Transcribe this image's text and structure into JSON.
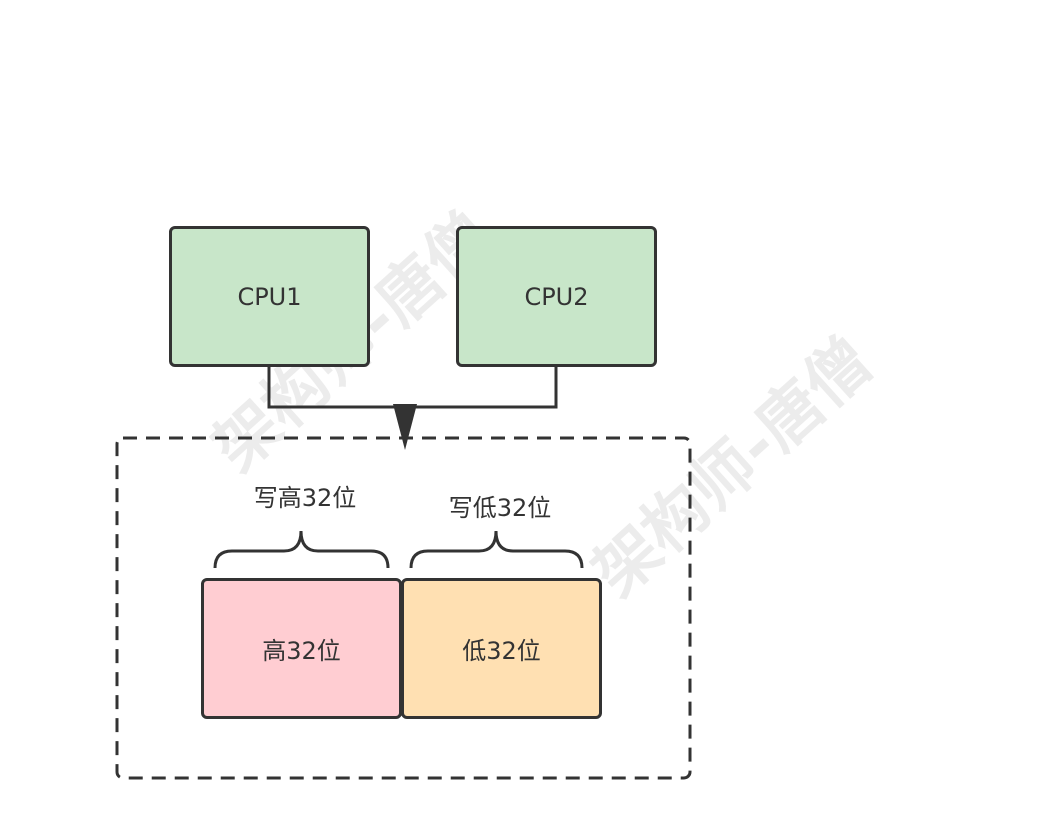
{
  "watermark": {
    "text_left": "架构师-唐僧",
    "text_right": "架构师-唐僧"
  },
  "nodes": {
    "cpu1": {
      "label": "CPU1",
      "fill": "#c8e6c9"
    },
    "cpu2": {
      "label": "CPU2",
      "fill": "#c8e6c9"
    },
    "high": {
      "label": "高32位",
      "fill": "#ffcdd2"
    },
    "low": {
      "label": "低32位",
      "fill": "#ffe0b2"
    }
  },
  "annotations": {
    "write_high": "写高32位",
    "write_low": "写低32位"
  },
  "colors": {
    "stroke": "#333333"
  }
}
